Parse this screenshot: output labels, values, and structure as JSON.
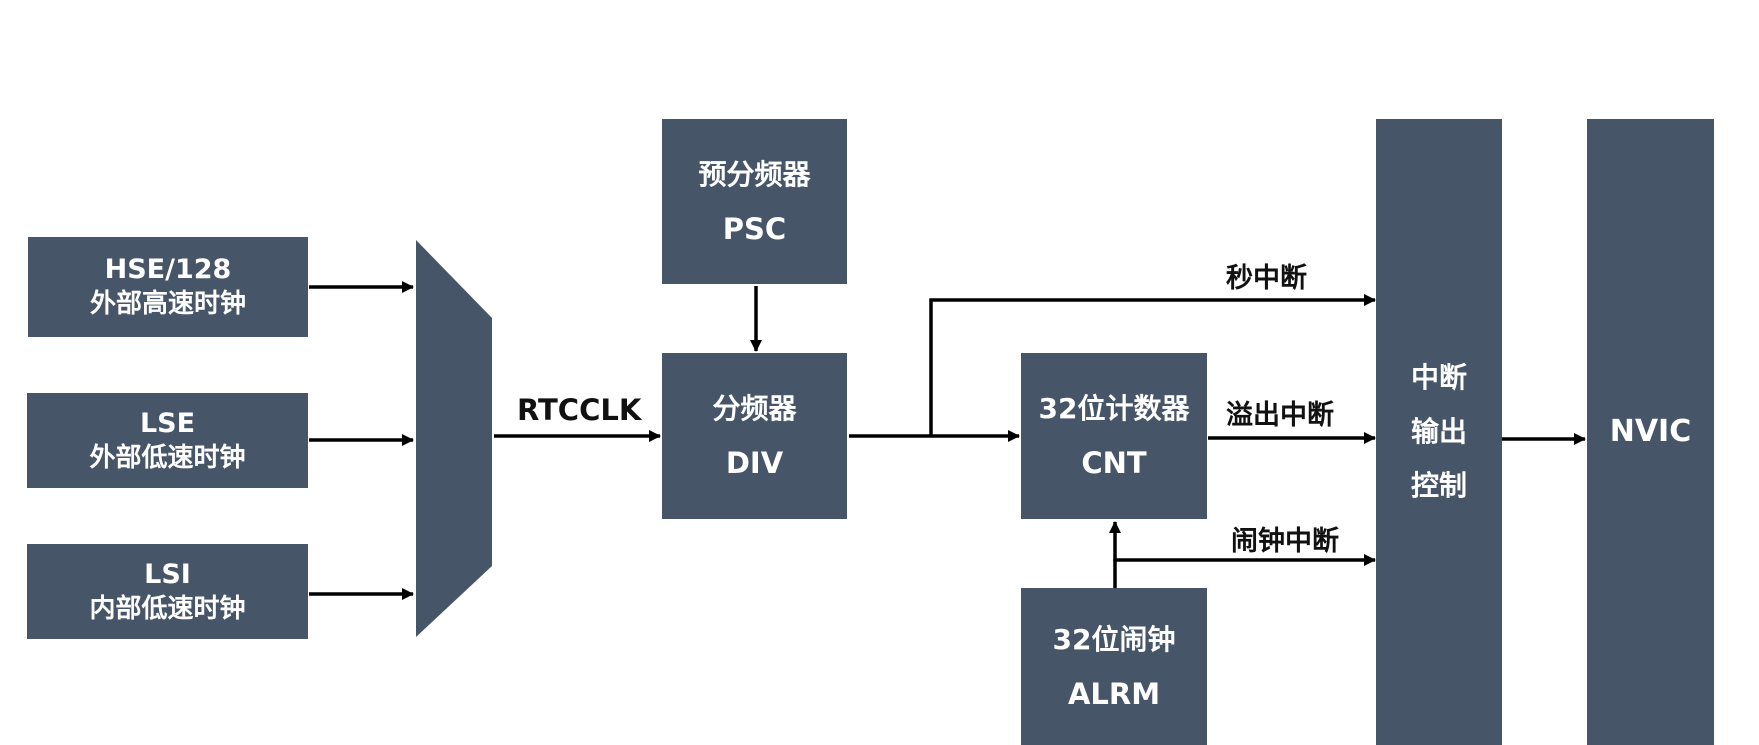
{
  "sources": [
    {
      "name": "HSE/128",
      "desc": "外部高速时钟"
    },
    {
      "name": "LSE",
      "desc": "外部低速时钟"
    },
    {
      "name": "LSI",
      "desc": "内部低速时钟"
    }
  ],
  "rtcclk_label": "RTCCLK",
  "prescaler": {
    "cn": "预分频器",
    "en": "PSC"
  },
  "divider": {
    "cn": "分频器",
    "en": "DIV"
  },
  "counter": {
    "cn": "32位计数器",
    "en": "CNT"
  },
  "alarm": {
    "cn": "32位闹钟",
    "en": "ALRM"
  },
  "interrupts": {
    "second": "秒中断",
    "overflow": "溢出中断",
    "alarm": "闹钟中断"
  },
  "int_control": {
    "line1": "中断",
    "line2": "输出",
    "line3": "控制"
  },
  "nvic": "NVIC",
  "colors": {
    "block": "#475569",
    "arrow": "#000000",
    "text": "#111111"
  }
}
